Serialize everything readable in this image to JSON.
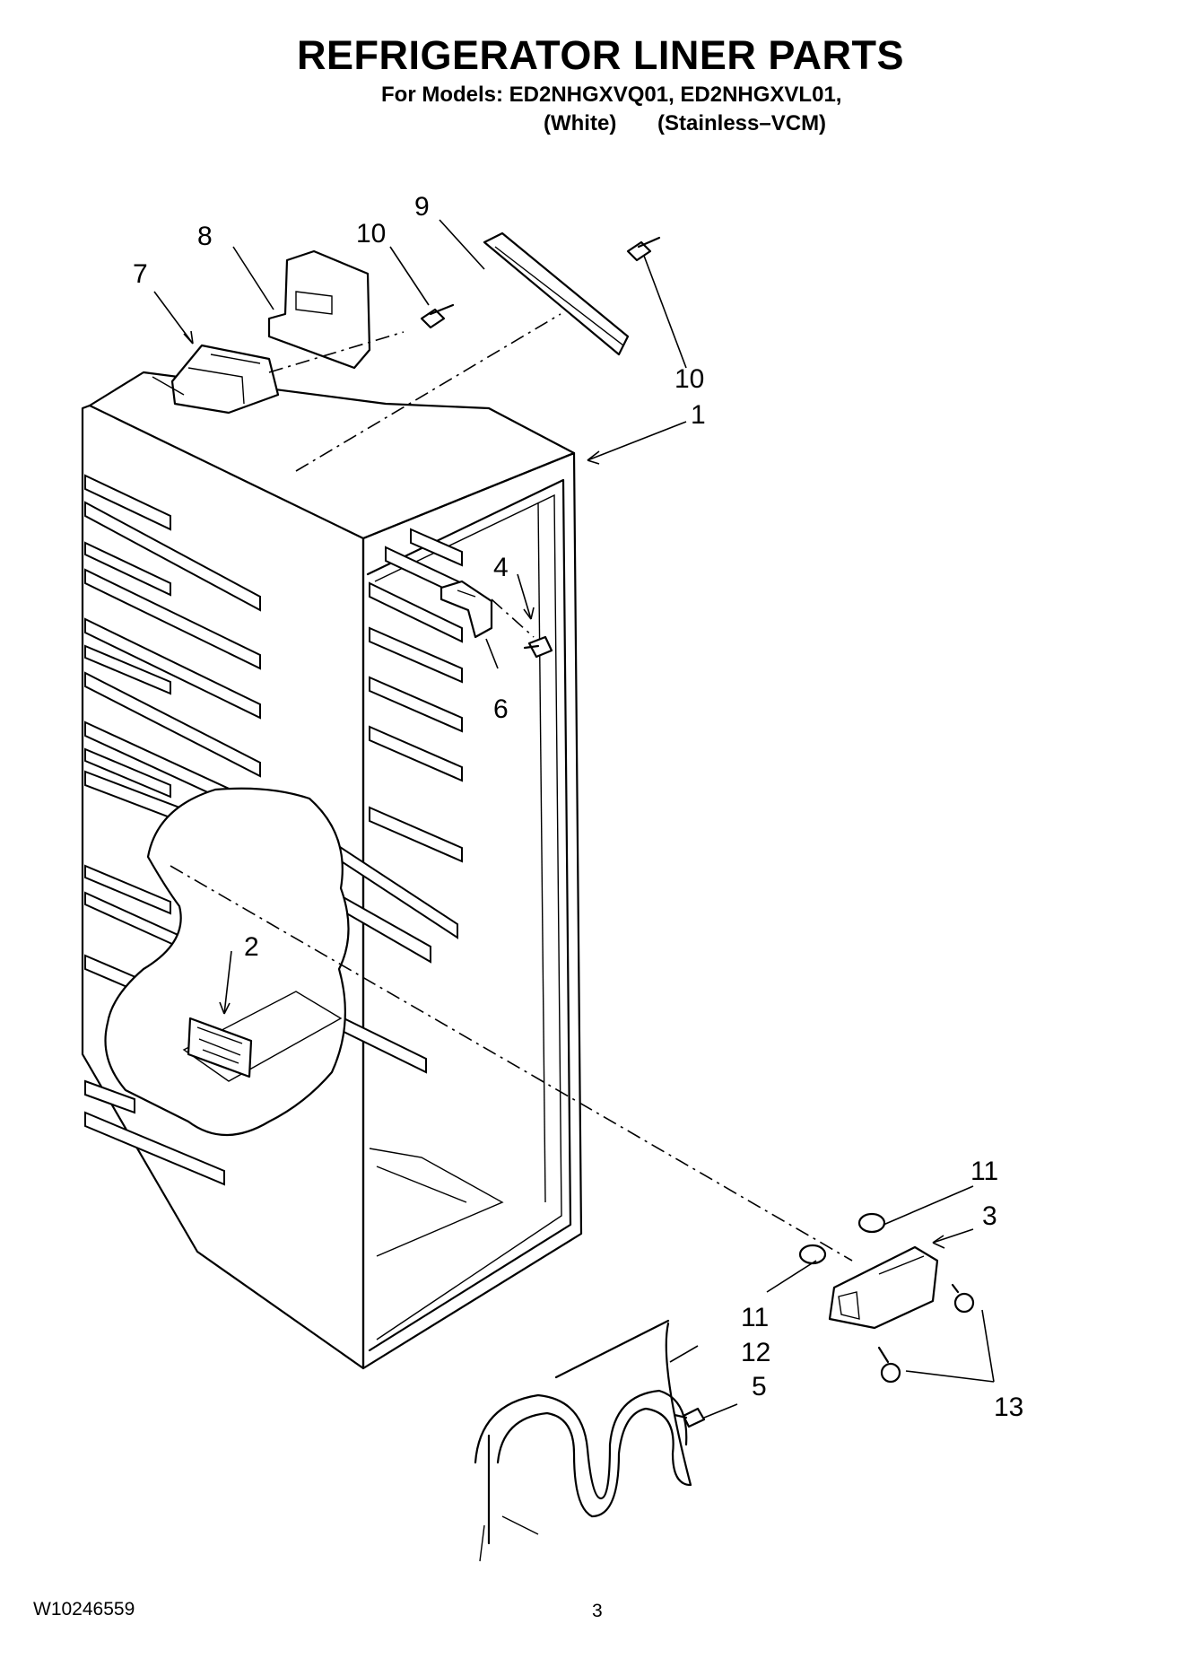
{
  "header": {
    "title": "REFRIGERATOR LINER PARTS",
    "models_line": "For Models: ED2NHGXVQ01, ED2NHGXVL01,",
    "variant_1": "(White)",
    "variant_2": "(Stainless–VCM)"
  },
  "callouts": {
    "c1": "1",
    "c2": "2",
    "c3": "3",
    "c4": "4",
    "c5": "5",
    "c6": "6",
    "c7": "7",
    "c8": "8",
    "c9": "9",
    "c10a": "10",
    "c10b": "10",
    "c11a": "11",
    "c11b": "11",
    "c12": "12",
    "c13": "13"
  },
  "footer": {
    "document_id": "W10246559",
    "page_number": "3"
  }
}
